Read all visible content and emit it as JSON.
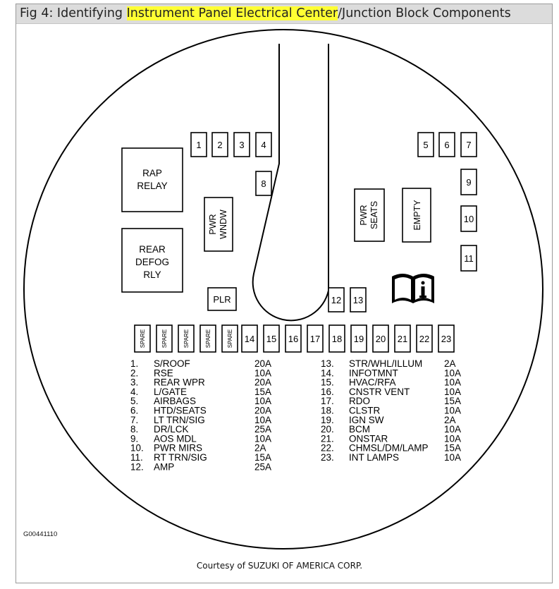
{
  "caption": {
    "prefix": "Fig 4: Identifying ",
    "highlight": "Instrument Panel Electrical Center",
    "suffix": "/Junction Block Components"
  },
  "highlight_color": "#ffff33",
  "components": {
    "rap_relay": [
      "RAP",
      "RELAY"
    ],
    "rear_defog": [
      "REAR",
      "DEFOG",
      "RLY"
    ],
    "pwr_wndw": [
      "PWR",
      "WNDW"
    ],
    "pwr_seats": [
      "PWR",
      "SEATS"
    ],
    "empty": "EMPTY",
    "plr": "PLR",
    "info_icon": "book-info-icon"
  },
  "fuses_top": [
    "1",
    "2",
    "3",
    "4",
    "5",
    "6",
    "7",
    "8",
    "9",
    "10",
    "11",
    "12",
    "13"
  ],
  "spare_label": "SPARE",
  "fuses_bottom": [
    "14",
    "15",
    "16",
    "17",
    "18",
    "19",
    "20",
    "21",
    "22",
    "23"
  ],
  "legend_left": [
    {
      "num": "1.",
      "name": "S/ROOF",
      "amp": "20A"
    },
    {
      "num": "2.",
      "name": "RSE",
      "amp": "10A"
    },
    {
      "num": "3.",
      "name": "REAR WPR",
      "amp": "20A"
    },
    {
      "num": "4.",
      "name": "L/GATE",
      "amp": "15A"
    },
    {
      "num": "5.",
      "name": "AIRBAGS",
      "amp": "10A"
    },
    {
      "num": "6.",
      "name": "HTD/SEATS",
      "amp": "20A"
    },
    {
      "num": "7.",
      "name": "LT TRN/SIG",
      "amp": "10A"
    },
    {
      "num": "8.",
      "name": "DR/LCK",
      "amp": "25A"
    },
    {
      "num": "9.",
      "name": "AOS MDL",
      "amp": "10A"
    },
    {
      "num": "10.",
      "name": "PWR MIRS",
      "amp": "2A"
    },
    {
      "num": "11.",
      "name": "RT TRN/SIG",
      "amp": "15A"
    },
    {
      "num": "12.",
      "name": "AMP",
      "amp": "25A"
    }
  ],
  "legend_right": [
    {
      "num": "13.",
      "name": "STR/WHL/ILLUM",
      "amp": "2A"
    },
    {
      "num": "14.",
      "name": "INFOTMNT",
      "amp": "10A"
    },
    {
      "num": "15.",
      "name": "HVAC/RFA",
      "amp": "10A"
    },
    {
      "num": "16.",
      "name": "CNSTR VENT",
      "amp": "10A"
    },
    {
      "num": "17.",
      "name": "RDO",
      "amp": "15A"
    },
    {
      "num": "18.",
      "name": "CLSTR",
      "amp": "10A"
    },
    {
      "num": "19.",
      "name": "IGN SW",
      "amp": "2A"
    },
    {
      "num": "20.",
      "name": "BCM",
      "amp": "10A"
    },
    {
      "num": "21.",
      "name": "ONSTAR",
      "amp": "10A"
    },
    {
      "num": "22.",
      "name": "CHMSL/DM/LAMP",
      "amp": "15A"
    },
    {
      "num": "23.",
      "name": "INT LAMPS",
      "amp": "10A"
    }
  ],
  "figure_code": "G00441110",
  "courtesy": "Courtesy of SUZUKI OF AMERICA CORP."
}
